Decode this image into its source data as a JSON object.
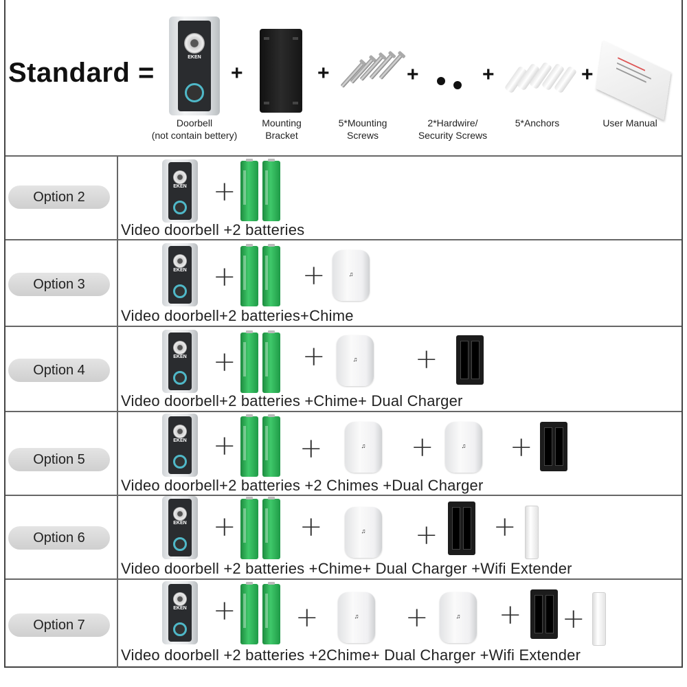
{
  "standard": {
    "title": "Standard =",
    "items": [
      {
        "label": "Doorbell\n(not contain bettery)"
      },
      {
        "label": "Mounting\nBracket"
      },
      {
        "label": "5*Mounting\nScrews"
      },
      {
        "label": "2*Hardwire/\nSecurity Screws"
      },
      {
        "label": "5*Anchors"
      },
      {
        "label": "User Manual"
      }
    ],
    "plus": "+",
    "device_logo": "EKEN"
  },
  "options": [
    {
      "label": "Option 2",
      "description": "Video doorbell +2 batteries"
    },
    {
      "label": "Option 3",
      "description": "Video doorbell+2 batteries+Chime"
    },
    {
      "label": "Option 4",
      "description": "Video doorbell+2 batteries +Chime+ Dual Charger"
    },
    {
      "label": "Option 5",
      "description": "Video doorbell+2 batteries +2 Chimes +Dual Charger"
    },
    {
      "label": "Option 6",
      "description": "Video doorbell +2 batteries +Chime+ Dual Charger +Wifi Extender"
    },
    {
      "label": "Option 7",
      "description": "Video doorbell +2 batteries +2Chime+ Dual Charger +Wifi Extender"
    }
  ],
  "colors": {
    "battery": "#2fb35a",
    "ring": "#4fb8c8",
    "pill": "#d6d6d6"
  },
  "icons": {
    "chime": "music-note-icon"
  }
}
